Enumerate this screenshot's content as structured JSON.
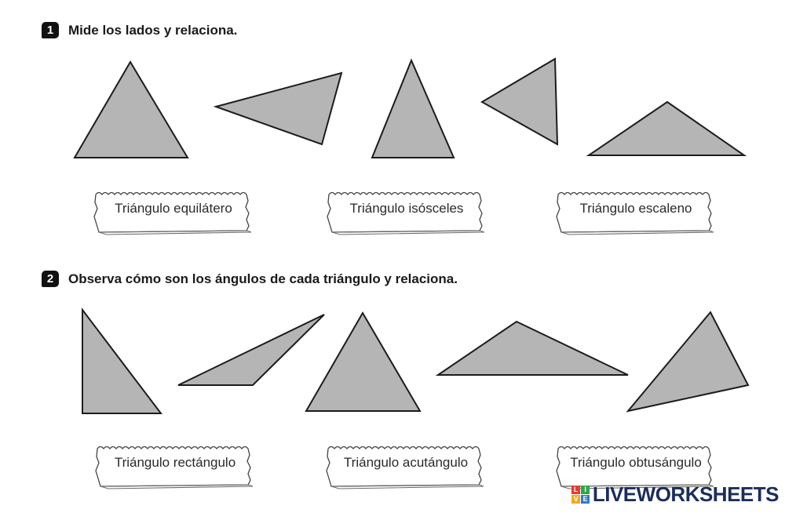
{
  "exercise1": {
    "number": "1",
    "title": "Mide los lados y relaciona.",
    "labels": [
      "Triángulo equilátero",
      "Triángulo isósceles",
      "Triángulo escaleno"
    ]
  },
  "exercise2": {
    "number": "2",
    "title": "Observa cómo son los ángulos de cada triángulo y relaciona.",
    "labels": [
      "Triángulo rectángulo",
      "Triángulo acutángulo",
      "Triángulo obtusángulo"
    ]
  },
  "colors": {
    "triangle_fill": "#b5b5b5",
    "triangle_stroke": "#1c1c1c"
  },
  "brand": {
    "text": "LIVEWORKSHEETS",
    "logo_letters": [
      "L",
      "I",
      "V",
      "E"
    ],
    "logo_colors": [
      "#e63b2e",
      "#2aa84a",
      "#f2a81d",
      "#2f78c4"
    ]
  }
}
